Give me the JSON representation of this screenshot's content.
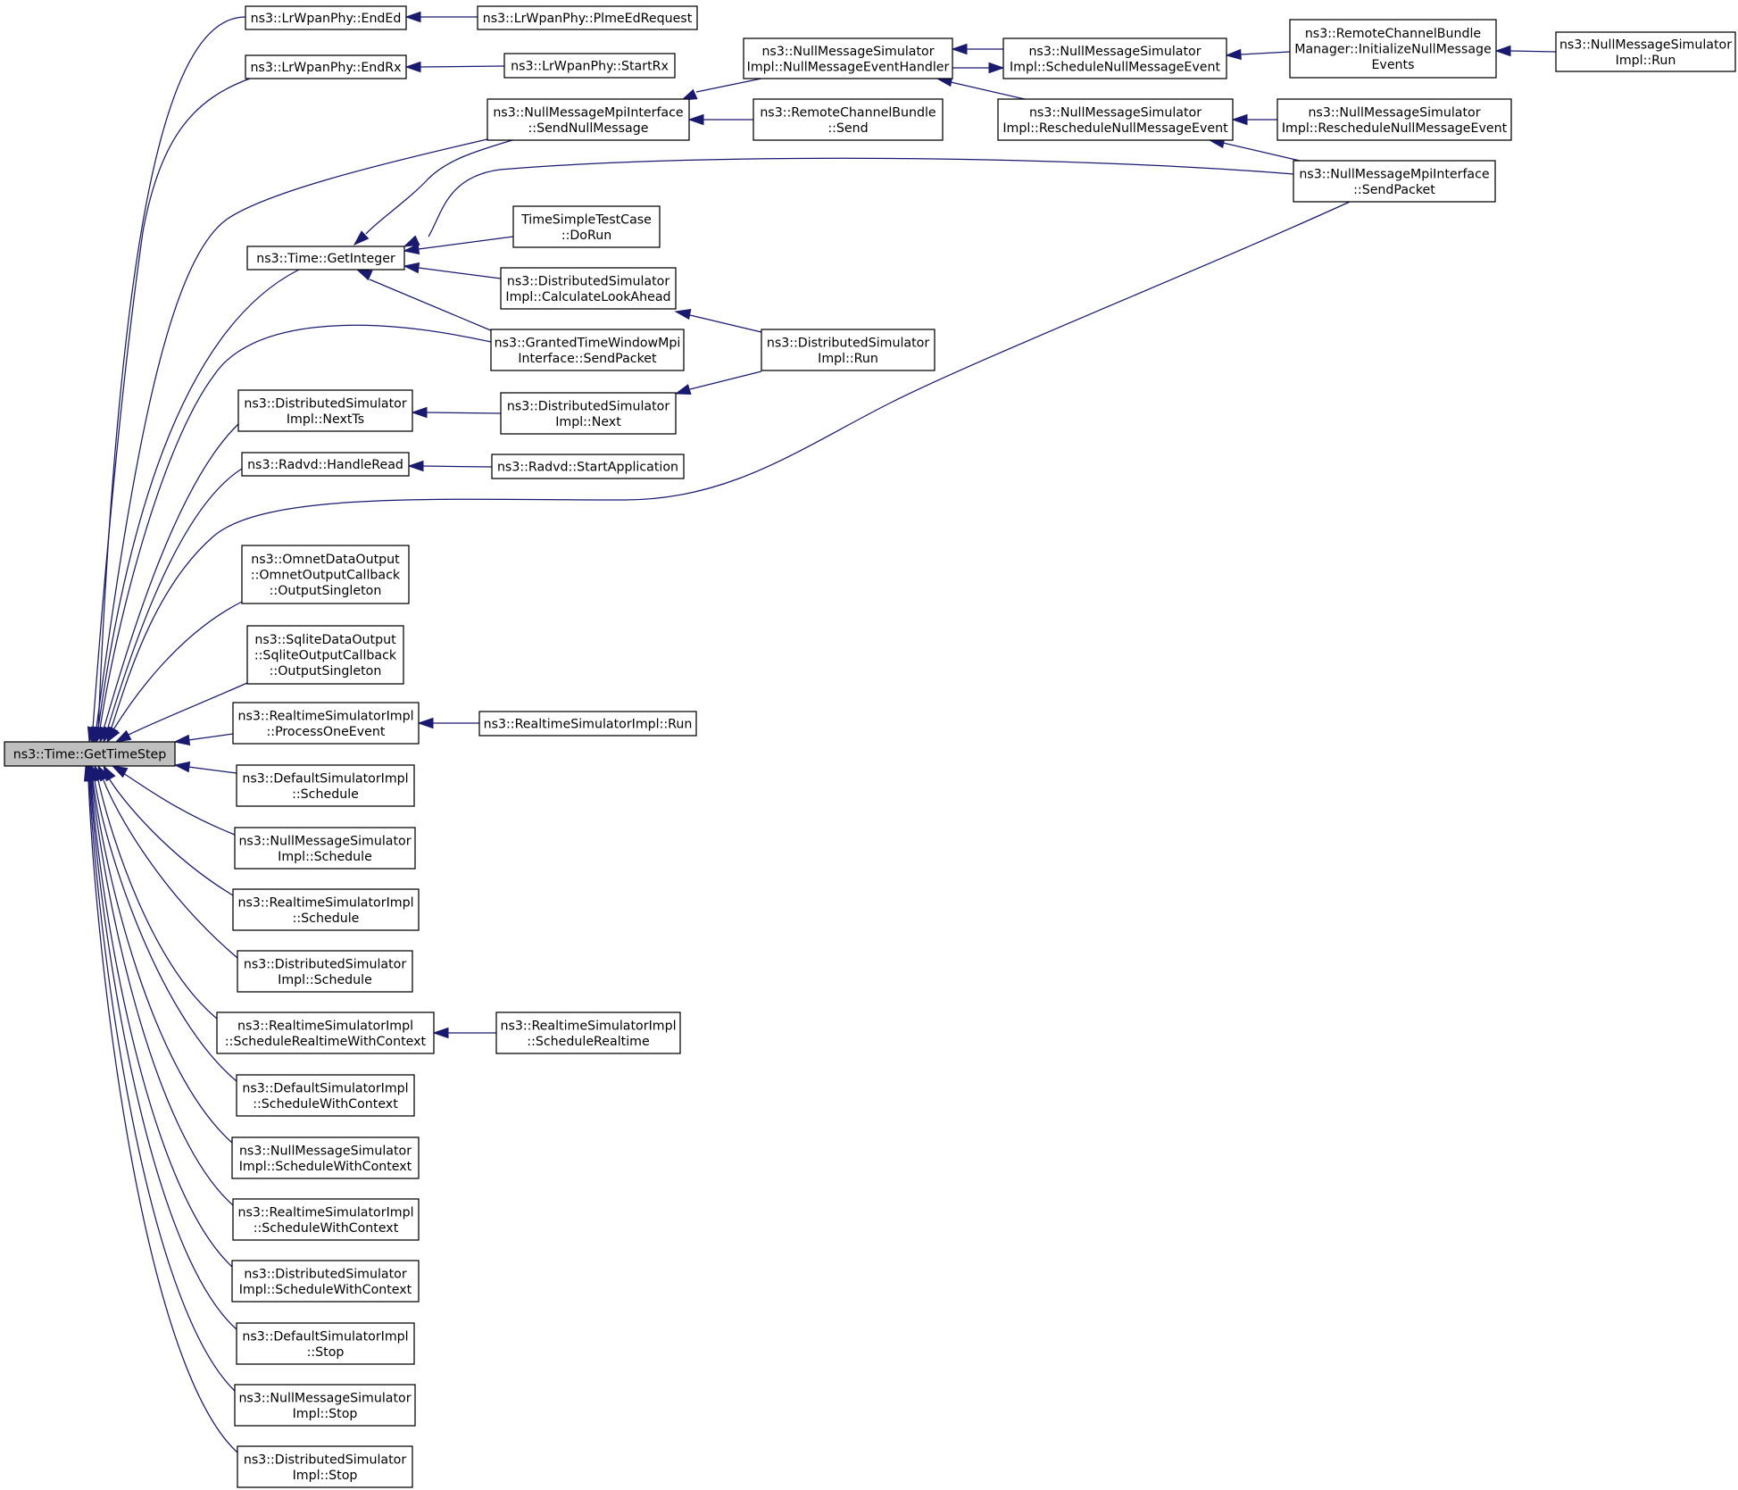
{
  "nodes": {
    "gettimestep": [
      "ns3::Time::GetTimeStep"
    ],
    "endEd": [
      "ns3::LrWpanPhy::EndEd"
    ],
    "plmeEd": [
      "ns3::LrWpanPhy::PlmeEdRequest"
    ],
    "endRx": [
      "ns3::LrWpanPhy::EndRx"
    ],
    "startRx": [
      "ns3::LrWpanPhy::StartRx"
    ],
    "nmSendNull": [
      "ns3::NullMessageMpiInterface",
      "::SendNullMessage"
    ],
    "nmsNullHandler": [
      "ns3::NullMessageSimulator",
      "Impl::NullMessageEventHandler"
    ],
    "nmsSchedNull": [
      "ns3::NullMessageSimulator",
      "Impl::ScheduleNullMessageEvent"
    ],
    "rcbmInit": [
      "ns3::RemoteChannelBundle",
      "Manager::InitializeNullMessage",
      "Events"
    ],
    "nmsRun": [
      "ns3::NullMessageSimulator",
      "Impl::Run"
    ],
    "rcbSend": [
      "ns3::RemoteChannelBundle",
      "::Send"
    ],
    "nmsResched": [
      "ns3::NullMessageSimulator",
      "Impl::RescheduleNullMessageEvent"
    ],
    "nmsResched2": [
      "ns3::NullMessageSimulator",
      "Impl::RescheduleNullMessageEvent"
    ],
    "nmSendPacket": [
      "ns3::NullMessageMpiInterface",
      "::SendPacket"
    ],
    "getInteger": [
      "ns3::Time::GetInteger"
    ],
    "timeSimple": [
      "TimeSimpleTestCase",
      "::DoRun"
    ],
    "dsCalcLook": [
      "ns3::DistributedSimulator",
      "Impl::CalculateLookAhead"
    ],
    "gtwSendPacket": [
      "ns3::GrantedTimeWindowMpi",
      "Interface::SendPacket"
    ],
    "dsRun": [
      "ns3::DistributedSimulator",
      "Impl::Run"
    ],
    "dsNextTs": [
      "ns3::DistributedSimulator",
      "Impl::NextTs"
    ],
    "dsNext": [
      "ns3::DistributedSimulator",
      "Impl::Next"
    ],
    "radvdHandle": [
      "ns3::Radvd::HandleRead"
    ],
    "radvdStart": [
      "ns3::Radvd::StartApplication"
    ],
    "omnet": [
      "ns3::OmnetDataOutput",
      "::OmnetOutputCallback",
      "::OutputSingleton"
    ],
    "sqlite": [
      "ns3::SqliteDataOutput",
      "::SqliteOutputCallback",
      "::OutputSingleton"
    ],
    "rtProcess": [
      "ns3::RealtimeSimulatorImpl",
      "::ProcessOneEvent"
    ],
    "rtRun": [
      "ns3::RealtimeSimulatorImpl::Run"
    ],
    "defSched": [
      "ns3::DefaultSimulatorImpl",
      "::Schedule"
    ],
    "nmsSched": [
      "ns3::NullMessageSimulator",
      "Impl::Schedule"
    ],
    "rtSched": [
      "ns3::RealtimeSimulatorImpl",
      "::Schedule"
    ],
    "dsSched": [
      "ns3::DistributedSimulator",
      "Impl::Schedule"
    ],
    "rtSchedRtCtx": [
      "ns3::RealtimeSimulatorImpl",
      "::ScheduleRealtimeWithContext"
    ],
    "rtSchedRt": [
      "ns3::RealtimeSimulatorImpl",
      "::ScheduleRealtime"
    ],
    "defSchedCtx": [
      "ns3::DefaultSimulatorImpl",
      "::ScheduleWithContext"
    ],
    "nmsSchedCtx": [
      "ns3::NullMessageSimulator",
      "Impl::ScheduleWithContext"
    ],
    "rtSchedCtx": [
      "ns3::RealtimeSimulatorImpl",
      "::ScheduleWithContext"
    ],
    "dsSchedCtx": [
      "ns3::DistributedSimulator",
      "Impl::ScheduleWithContext"
    ],
    "defStop": [
      "ns3::DefaultSimulatorImpl",
      "::Stop"
    ],
    "nmsStop": [
      "ns3::NullMessageSimulator",
      "Impl::Stop"
    ],
    "dsStop": [
      "ns3::DistributedSimulator",
      "Impl::Stop"
    ]
  },
  "colors": {
    "edge": "#191970",
    "root_fill": "#bfbfbf",
    "node_fill": "#ffffff",
    "node_stroke": "#000000"
  }
}
